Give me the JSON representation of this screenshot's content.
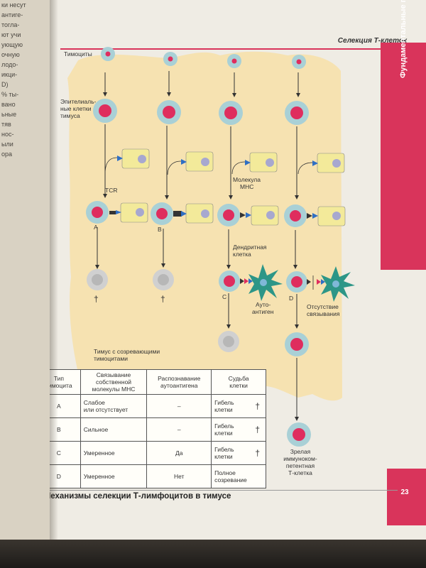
{
  "left_page": {
    "lines": [
      "ки несут",
      "антиге-",
      "тогла-",
      "ют учи",
      "",
      "ующую",
      "очную",
      "лодо-",
      "икци-",
      "D)",
      "% ты-",
      "вано",
      "ьные",
      "тяв",
      "нос-",
      "ыли",
      "ора"
    ]
  },
  "header": {
    "section_title": "Селекция Т-клеток"
  },
  "side_tab": {
    "label": "Фундаментальные принципы",
    "color": "#d9345b"
  },
  "page_number": "23",
  "figure": {
    "title": "А. Механизмы селекции Т-лимфоцитов в тимусе",
    "labels": {
      "thymocytes": "Тимоциты",
      "epithelial_1": "Эпителиаль-",
      "epithelial_2": "ные клетки",
      "epithelial_3": "тимуса",
      "tcr": "TCR",
      "mhc_1": "Молекула",
      "mhc_2": "MHC",
      "dendritic_1": "Дендритная",
      "dendritic_2": "клетка",
      "autoantigen_1": "Ауто-",
      "autoantigen_2": "антиген",
      "nobinding_1": "Отсутствие",
      "nobinding_2": "связывания",
      "thymus_1": "Тимус с созревающими",
      "thymus_2": "тимоцитами",
      "mature_1": "Зрелая",
      "mature_2": "иммуноком-",
      "mature_3": "петентная",
      "mature_4": "Т-клетка",
      "a": "A",
      "b": "B",
      "c": "C",
      "d": "D",
      "dagger": "†"
    }
  },
  "table": {
    "headers": [
      [
        "Тип",
        "тимоцита"
      ],
      [
        "Связывание",
        "собственной",
        "молекулы MHC"
      ],
      [
        "Распознавание",
        "аутоантигена"
      ],
      [
        "Судьба",
        "клетки"
      ]
    ],
    "rows": [
      {
        "type": "A",
        "binding_1": "Слабое",
        "binding_2": "или отсутствует",
        "recognition": "–",
        "fate_1": "Гибель",
        "fate_2": "клетки",
        "dagger": "†"
      },
      {
        "type": "B",
        "binding_1": "Сильное",
        "binding_2": "",
        "recognition": "–",
        "fate_1": "Гибель",
        "fate_2": "клетки",
        "dagger": "†"
      },
      {
        "type": "C",
        "binding_1": "Умеренное",
        "binding_2": "",
        "recognition": "Да",
        "fate_1": "Гибель",
        "fate_2": "клетки",
        "dagger": "†"
      },
      {
        "type": "D",
        "binding_1": "Умеренное",
        "binding_2": "",
        "recognition": "Нет",
        "fate_1": "Полное",
        "fate_2": "созревание",
        "dagger": ""
      }
    ]
  },
  "colors": {
    "thymus": "#f6e1ad",
    "cell_outer": "#a9d0d6",
    "nucleus": "#df2d5e",
    "dead_cell": "#c7c7c7",
    "epithelial": "#f3ea9a",
    "mhc": "#2f6fc4",
    "dendritic": "#2d9687",
    "antigen": "#df2d5e"
  }
}
